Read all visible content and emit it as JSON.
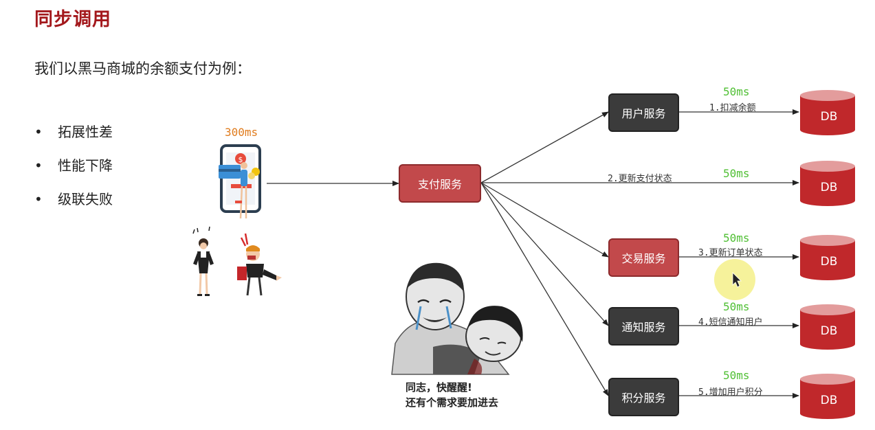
{
  "title": "同步调用",
  "subtitle": "我们以黑马商城的余额支付为例：",
  "bullets": [
    "拓展性差",
    "性能下降",
    "级联失败"
  ],
  "client_latency": "300ms",
  "center_service": "支付服务",
  "services": [
    {
      "name": "用户服务",
      "step": "1.扣减余额",
      "latency": "50ms",
      "db": "DB",
      "highlight": false
    },
    {
      "name": "",
      "step": "2.更新支付状态",
      "latency": "50ms",
      "db": "DB",
      "highlight": false
    },
    {
      "name": "交易服务",
      "step": "3.更新订单状态",
      "latency": "50ms",
      "db": "DB",
      "highlight": true
    },
    {
      "name": "通知服务",
      "step": "4.短信通知用户",
      "latency": "50ms",
      "db": "DB",
      "highlight": false
    },
    {
      "name": "积分服务",
      "step": "5.增加用户积分",
      "latency": "50ms",
      "db": "DB",
      "highlight": false
    }
  ],
  "meme_caption": [
    "同志，快醒醒!",
    "还有个需求要加进去"
  ],
  "colors": {
    "title": "#a3181c",
    "latency": "#4fbf33",
    "client_latency": "#e07b1c",
    "service_dark": "#3b3b3b",
    "service_red": "#c2494b",
    "db": "#c0282b"
  },
  "icons": [
    "phone-payment-icon",
    "woman-figure-icon",
    "shouting-man-icon",
    "crying-meme-icon",
    "mouse-cursor-icon"
  ]
}
